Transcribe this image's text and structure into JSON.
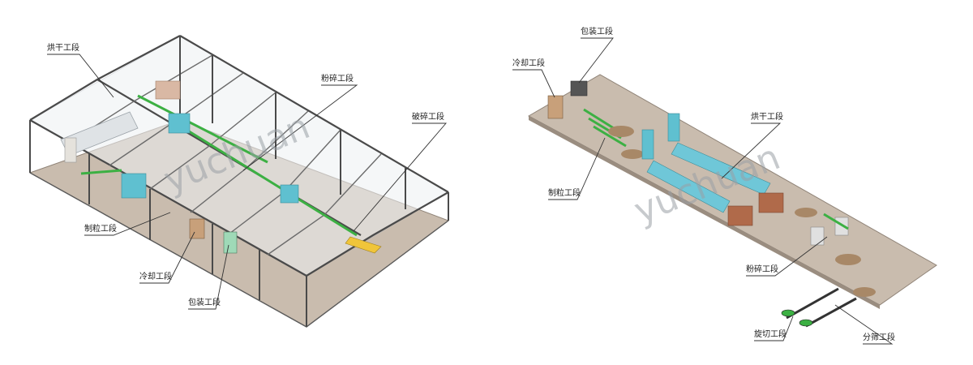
{
  "left_diagram": {
    "labels": {
      "drying": "烘干工段",
      "grinding": "粉碎工段",
      "crushing": "破碎工段",
      "granulation": "制粒工段",
      "cooling": "冷却工段",
      "packaging": "包装工段"
    },
    "watermark": "yuchuan"
  },
  "right_diagram": {
    "labels": {
      "packaging": "包装工段",
      "cooling": "冷却工段",
      "drying": "烘干工段",
      "granulation": "制粒工段",
      "grinding": "粉碎工段",
      "rotary_cutting": "旋切工段",
      "screening": "分筛工段"
    },
    "watermark": "yuchuan"
  },
  "colors": {
    "floor": "#c9bcae",
    "dryer": "#6fc7d8",
    "conveyor": "#3cb043",
    "crusher": "#f0c53a",
    "box": "#b06a4a",
    "cyan_unit": "#5fc0d0"
  }
}
